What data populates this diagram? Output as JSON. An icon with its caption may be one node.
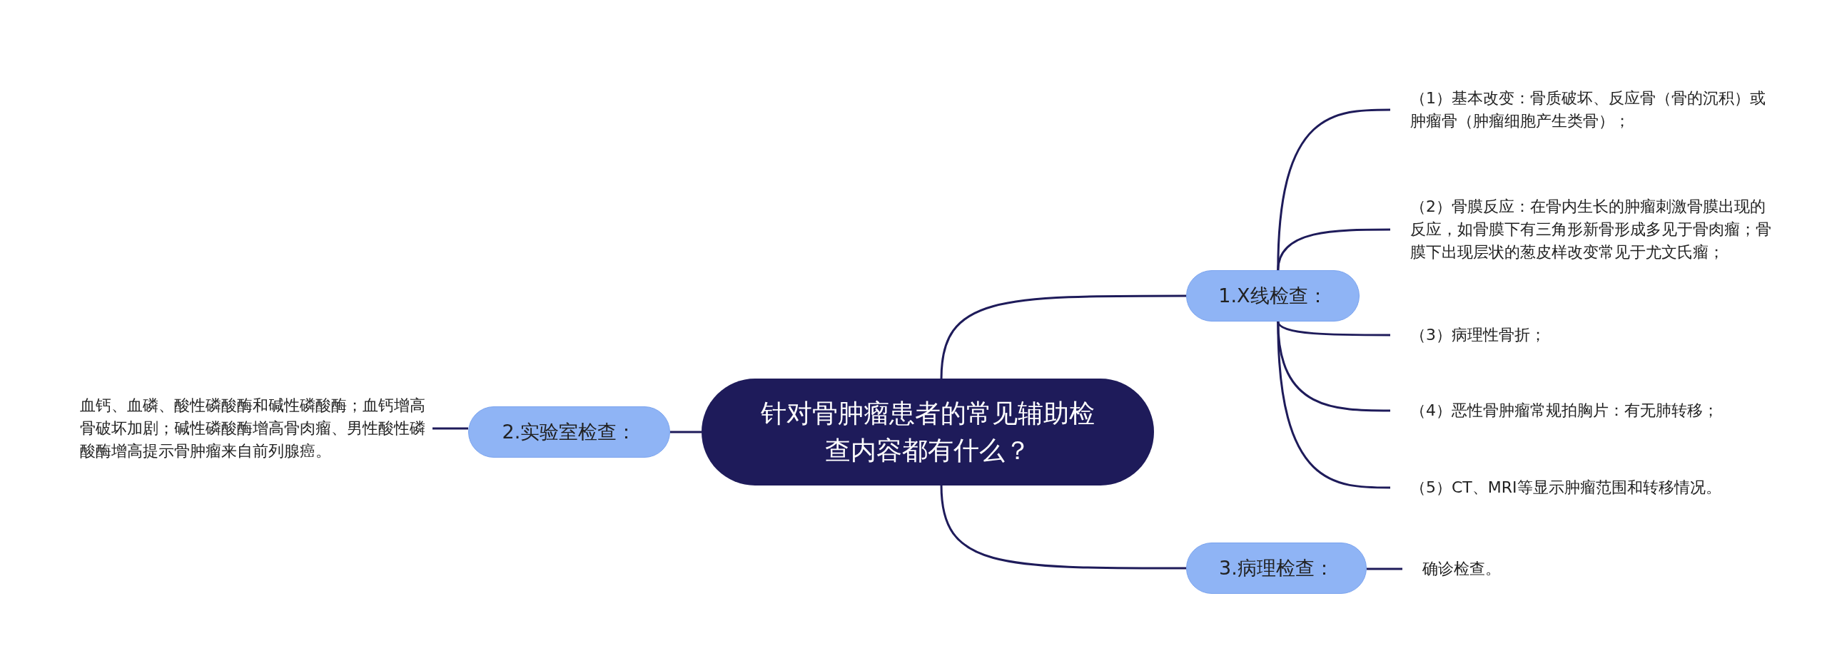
{
  "diagram": {
    "nodes": [
      {
        "text": [
          "针对骨肿瘤患者的常见辅助检查内容都有什么？"
        ]
      },
      {
        "text": [
          "1.X线检查："
        ]
      },
      {
        "text": [
          "（1）基本改变：骨质破坏、反应骨（骨的沉积）或肿瘤骨（肿瘤细胞产生类骨）；"
        ]
      },
      {
        "text": [
          "（2）骨膜反应：在骨内生长的肿瘤刺激骨膜出现的反应，如骨膜下有三角形新骨形成多见于骨肉瘤；骨膜下出现层状的葱皮样改变常见于尤文氏瘤；"
        ]
      },
      {
        "text": [
          "（3）病理性骨折；"
        ]
      },
      {
        "text": [
          "（4）恶性骨肿瘤常规拍胸片：有无肺转移；"
        ]
      },
      {
        "text": [
          "（5）CT、MRI等显示肿瘤范围和转移情况。"
        ]
      },
      {
        "text": [
          "2.实验室检查："
        ]
      },
      {
        "text": [
          "血钙、血磷、酸性磷酸酶和碱性磷酸酶；血钙增高骨破坏加剧；碱性磷酸酶增高骨肉瘤、男性酸性磷酸酶增高提示骨肿瘤来自前列腺癌。"
        ]
      },
      {
        "text": [
          "3.病理检查："
        ]
      },
      {
        "text": [
          "确诊检查。"
        ]
      }
    ],
    "edges": [
      {
        "from": 0,
        "to": 1,
        "arrow": "none"
      },
      {
        "from": 1,
        "to": 2,
        "arrow": "none"
      },
      {
        "from": 1,
        "to": 3,
        "arrow": "none"
      },
      {
        "from": 1,
        "to": 4,
        "arrow": "none"
      },
      {
        "from": 1,
        "to": 5,
        "arrow": "none"
      },
      {
        "from": 1,
        "to": 6,
        "arrow": "none"
      },
      {
        "from": 0,
        "to": 7,
        "arrow": "none"
      },
      {
        "from": 7,
        "to": 8,
        "arrow": "none"
      },
      {
        "from": 0,
        "to": 9,
        "arrow": "none"
      },
      {
        "from": 9,
        "to": 10,
        "arrow": "none"
      }
    ]
  }
}
